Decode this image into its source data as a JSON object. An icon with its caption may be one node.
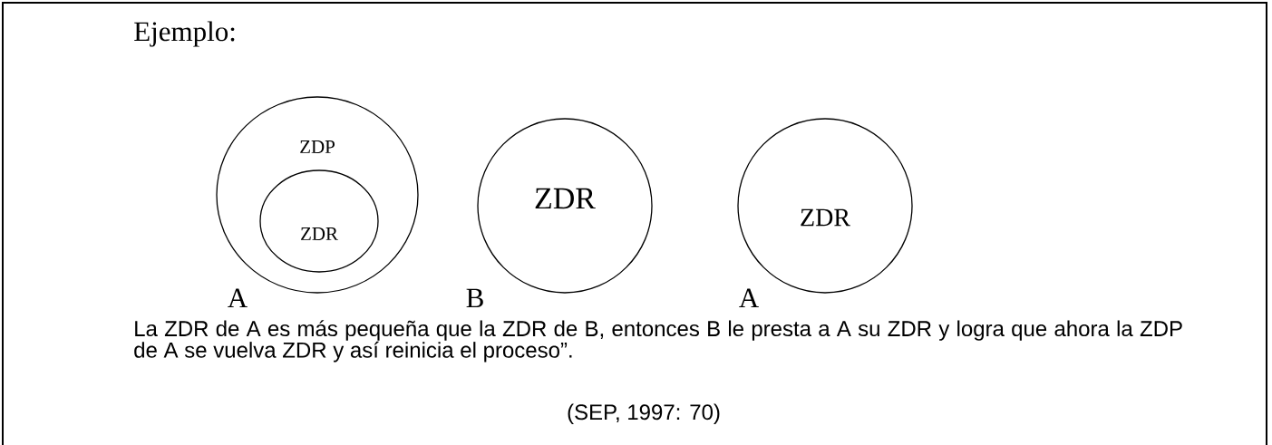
{
  "diagram": {
    "title": "Ejemplo:",
    "nodes": [
      {
        "text": [
          "ZDP"
        ],
        "beside": [
          "A"
        ]
      },
      {
        "text": [
          "ZDR"
        ],
        "in": 0
      },
      {
        "text": [
          "ZDR"
        ],
        "beside": [
          "B"
        ]
      },
      {
        "text": [
          "ZDR"
        ],
        "beside": [
          "A"
        ]
      }
    ],
    "labels": [
      "La ZDR de A es más pequeña que la ZDR de B, entonces B le presta a A su ZDR y logra que ahora la ZDP de A se vuelva ZDR y así reinicia el proceso”.",
      "(SEP, 1997: 70)"
    ]
  }
}
